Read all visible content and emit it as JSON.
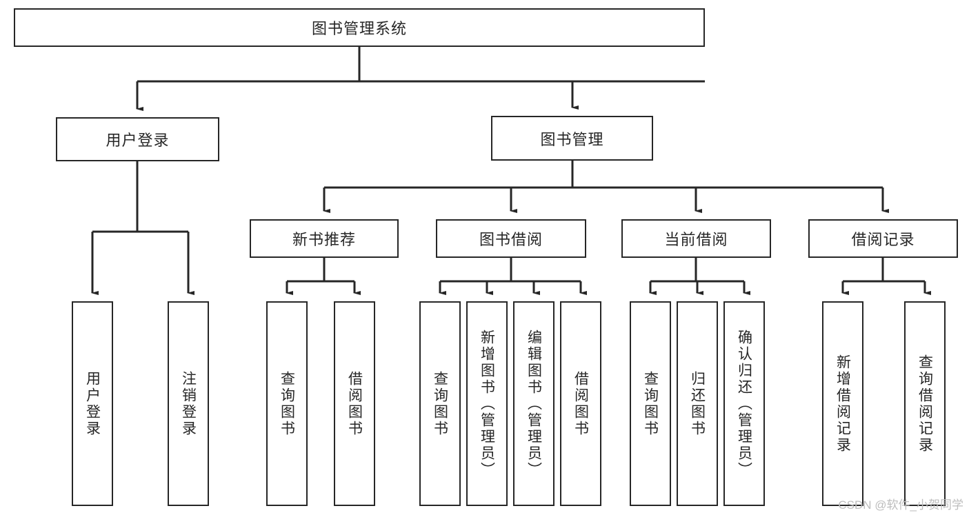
{
  "diagram": {
    "type": "tree-hierarchy",
    "title": "图书管理系统",
    "orientation": "top-down",
    "style": {
      "line_color": "#262626",
      "box_fill": "#ffffff",
      "text_color": "#262626",
      "background": "#ffffff"
    },
    "root": {
      "id": "root",
      "label": "图书管理系统"
    },
    "level2": [
      {
        "id": "user-login",
        "label": "用户登录"
      },
      {
        "id": "book-manage",
        "label": "图书管理"
      }
    ],
    "level3": [
      {
        "id": "new-book-rec",
        "label": "新书推荐",
        "parent": "book-manage"
      },
      {
        "id": "book-borrow",
        "label": "图书借阅",
        "parent": "book-manage"
      },
      {
        "id": "current-borrow",
        "label": "当前借阅",
        "parent": "book-manage"
      },
      {
        "id": "borrow-record",
        "label": "借阅记录",
        "parent": "book-manage"
      }
    ],
    "leaves": [
      {
        "id": "leaf-user-login",
        "label": "用户登录",
        "parent": "user-login"
      },
      {
        "id": "leaf-logout",
        "label": "注销登录",
        "parent": "user-login"
      },
      {
        "id": "leaf-query-book-1",
        "label": "查询图书",
        "parent": "new-book-rec"
      },
      {
        "id": "leaf-borrow-book-1",
        "label": "借阅图书",
        "parent": "new-book-rec"
      },
      {
        "id": "leaf-query-book-2",
        "label": "查询图书",
        "parent": "book-borrow"
      },
      {
        "id": "leaf-add-book",
        "label": "新增图书（管理员）",
        "parent": "book-borrow"
      },
      {
        "id": "leaf-edit-book",
        "label": "编辑图书（管理员）",
        "parent": "book-borrow"
      },
      {
        "id": "leaf-borrow-book-2",
        "label": "借阅图书",
        "parent": "book-borrow"
      },
      {
        "id": "leaf-query-book-3",
        "label": "查询图书",
        "parent": "current-borrow"
      },
      {
        "id": "leaf-return-book",
        "label": "归还图书",
        "parent": "current-borrow"
      },
      {
        "id": "leaf-confirm-return",
        "label": "确认归还（管理员）",
        "parent": "current-borrow"
      },
      {
        "id": "leaf-add-record",
        "label": "新增借阅记录",
        "parent": "borrow-record"
      },
      {
        "id": "leaf-query-record",
        "label": "查询借阅记录",
        "parent": "borrow-record"
      }
    ]
  },
  "watermark": {
    "text": "CSDN @软件_小贺同学"
  }
}
